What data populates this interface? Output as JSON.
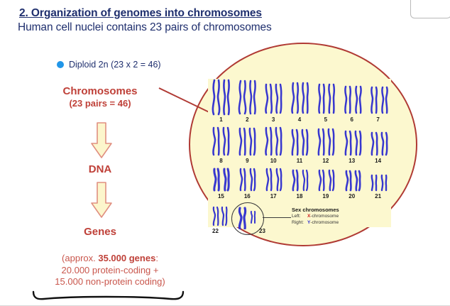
{
  "slide": {
    "title": "2. Organization of genomes into chromosomes",
    "subtitle": "Human cell nuclei contains 23 pairs of chromosomes",
    "title_color": "#1f2f6e"
  },
  "bullet": {
    "icon": "blue-bullet-dot",
    "text": "Diploid 2n (23 x 2 = 46)",
    "color": "#2196e8"
  },
  "chain": {
    "accent_color": "#bf4038",
    "chromosomes_label": "Chromosomes",
    "chromosomes_sub": "(23 pairs = 46)",
    "dna_label": "DNA",
    "genes_label": "Genes",
    "arrow_fill": "#fcf6cc",
    "arrow_stroke": "#e08f80"
  },
  "genes_note": {
    "line1_prefix": "(approx. ",
    "line1_bold": "35.000 genes",
    "line1_suffix": ":",
    "line2": "20.000 protein-coding +",
    "line3": "15.000 non-protein coding)",
    "color": "#c9564c"
  },
  "ellipse": {
    "border_color": "#b03a34",
    "fill_color": "#fcf8cf"
  },
  "karyotype": {
    "chromosome_color": "#3737cf",
    "background": "#fcf8cf",
    "row1": [
      {
        "number": "1"
      },
      {
        "number": "2"
      },
      {
        "number": "3"
      },
      {
        "number": "4"
      },
      {
        "number": "5"
      },
      {
        "number": "6"
      },
      {
        "number": "7"
      }
    ],
    "row2": [
      {
        "number": "8"
      },
      {
        "number": "9"
      },
      {
        "number": "10"
      },
      {
        "number": "11"
      },
      {
        "number": "12"
      },
      {
        "number": "13"
      },
      {
        "number": "14"
      }
    ],
    "row3": [
      {
        "number": "15"
      },
      {
        "number": "16"
      },
      {
        "number": "17"
      },
      {
        "number": "18"
      },
      {
        "number": "19"
      },
      {
        "number": "20"
      },
      {
        "number": "21"
      }
    ],
    "pair22_number": "22",
    "pair23_number": "23",
    "sex_title": "Sex chromosomes",
    "sex_left_label": "Left:",
    "sex_left_glyph": "X",
    "sex_left_rest": "-chromosome",
    "sex_right_label": "Right:",
    "sex_right_glyph": "Y",
    "sex_right_rest": "-chromosome"
  },
  "top_right_widget": {
    "icon": "purple-card-icon",
    "icon_color": "#cf6ada"
  }
}
